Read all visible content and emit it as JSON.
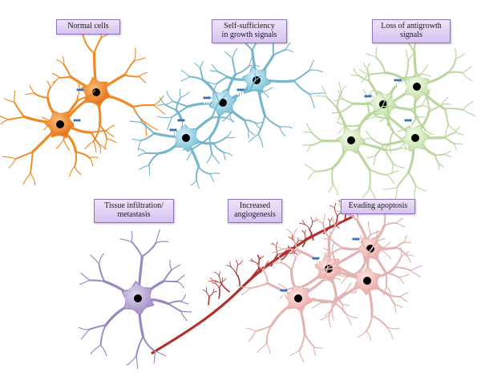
{
  "labels": {
    "normal": "Normal cells",
    "self_sufficiency": "Self-sufficiency\nin growth signals",
    "antigrowth": "Loss of antigrowth\nsignals",
    "metastasis": "Tissue infiltration/\nmetastasis",
    "angiogenesis": "Increased\nangiogenesis",
    "apoptosis": "Evading apoptosis"
  },
  "colors": {
    "normal": "#f08a24",
    "growth": "#8fcfe3",
    "antigrowth": "#d9ecc4",
    "metastatic": "#b8a6d6",
    "apoptosis": "#f6c3c1",
    "vessel": "#b0302b",
    "label_fill": "#e4d3f7",
    "label_border": "#8e74b8",
    "nucleus": "#000000"
  }
}
